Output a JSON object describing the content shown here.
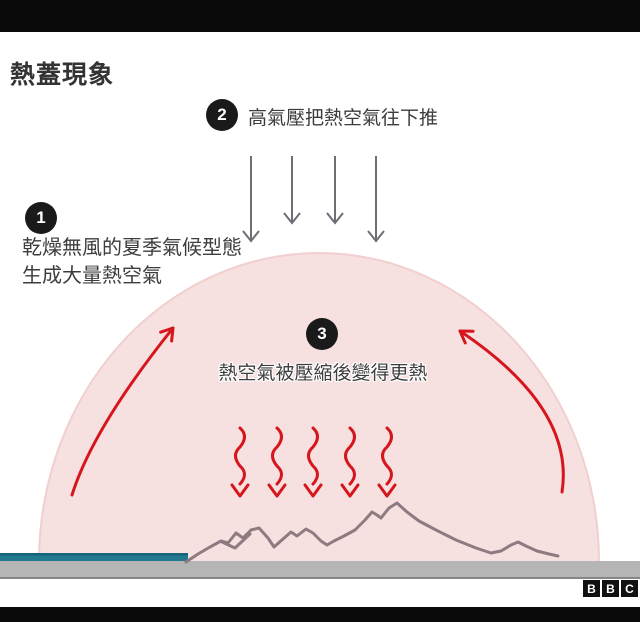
{
  "title": "熱蓋現象",
  "steps": {
    "one": {
      "number": "1",
      "line1": "乾燥無風的夏季氣候型態",
      "line2": "生成大量熱空氣"
    },
    "two": {
      "number": "2",
      "text": "高氣壓把熱空氣往下推"
    },
    "three": {
      "number": "3",
      "text": "熱空氣被壓縮後變得更熱"
    }
  },
  "diagram": {
    "down_arrow_count": 4,
    "wavy_heat_arrow_count": 5,
    "curved_updraft_arrow_count": 2
  },
  "logo": {
    "letters": [
      "B",
      "B",
      "C"
    ]
  },
  "colors": {
    "dome_pink": "#f7e0e0",
    "arrow_red": "#d6161d",
    "arrow_gray": "#6e6e76",
    "mountain": "#8d7b81",
    "water_teal": "#21798f",
    "ground_gray": "#b5b5b5"
  }
}
